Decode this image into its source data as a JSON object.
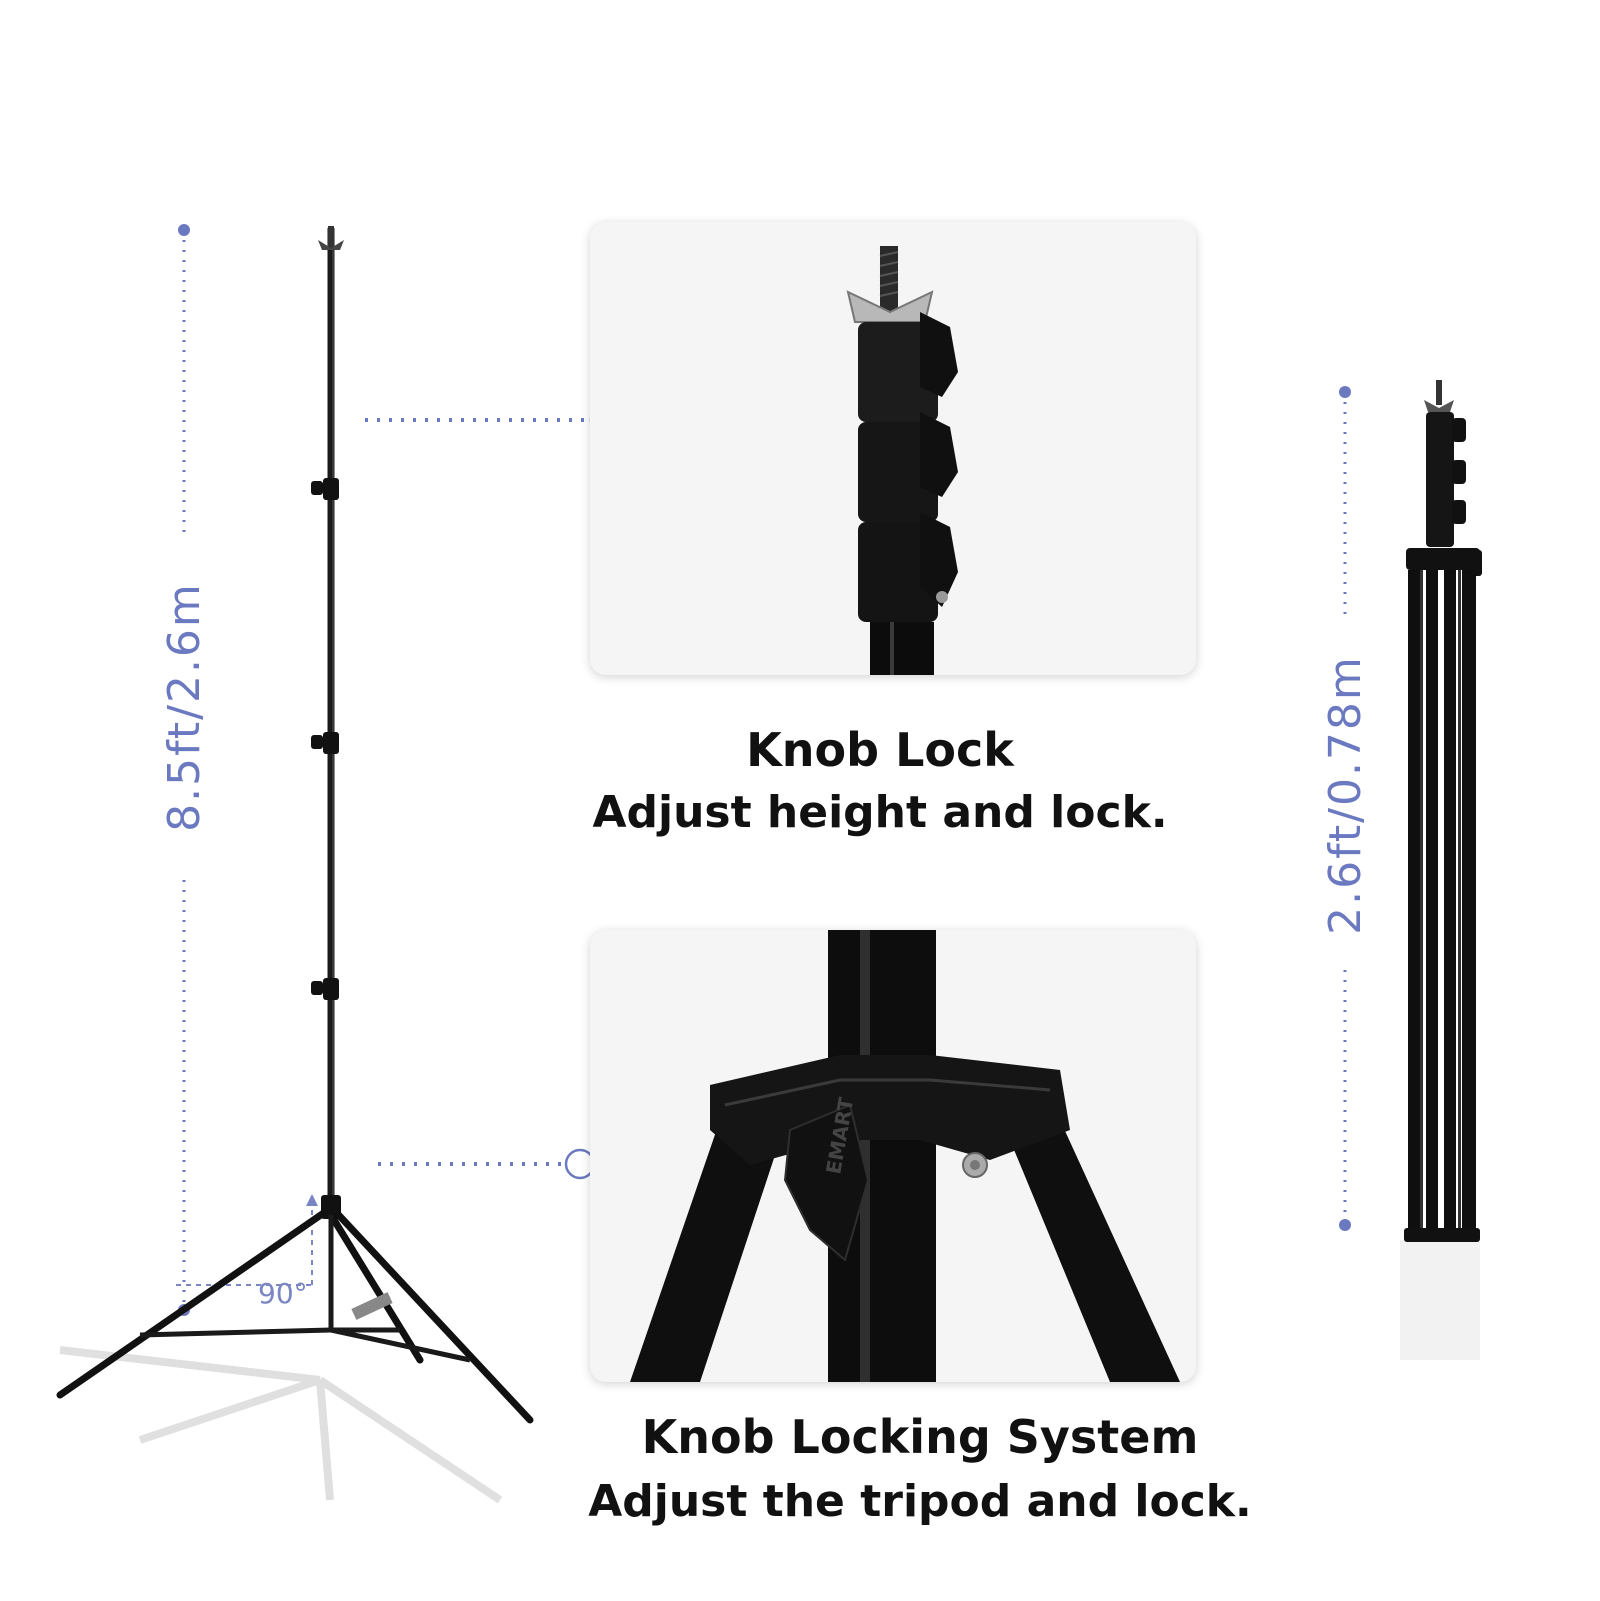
{
  "dimensions": {
    "full_height": "8.5ft/2.6m",
    "folded_length": "2.6ft/0.78m",
    "leg_angle": "90°"
  },
  "features": [
    {
      "title": "Knob Lock",
      "subtitle": "Adjust height and lock."
    },
    {
      "title": "Knob Locking System",
      "subtitle": "Adjust the tripod and lock."
    }
  ],
  "brand_mark": "EMART",
  "colors": {
    "accent": "#6b79c0",
    "stand": "#111111",
    "caption_text": "#111111",
    "background": "#ffffff"
  }
}
